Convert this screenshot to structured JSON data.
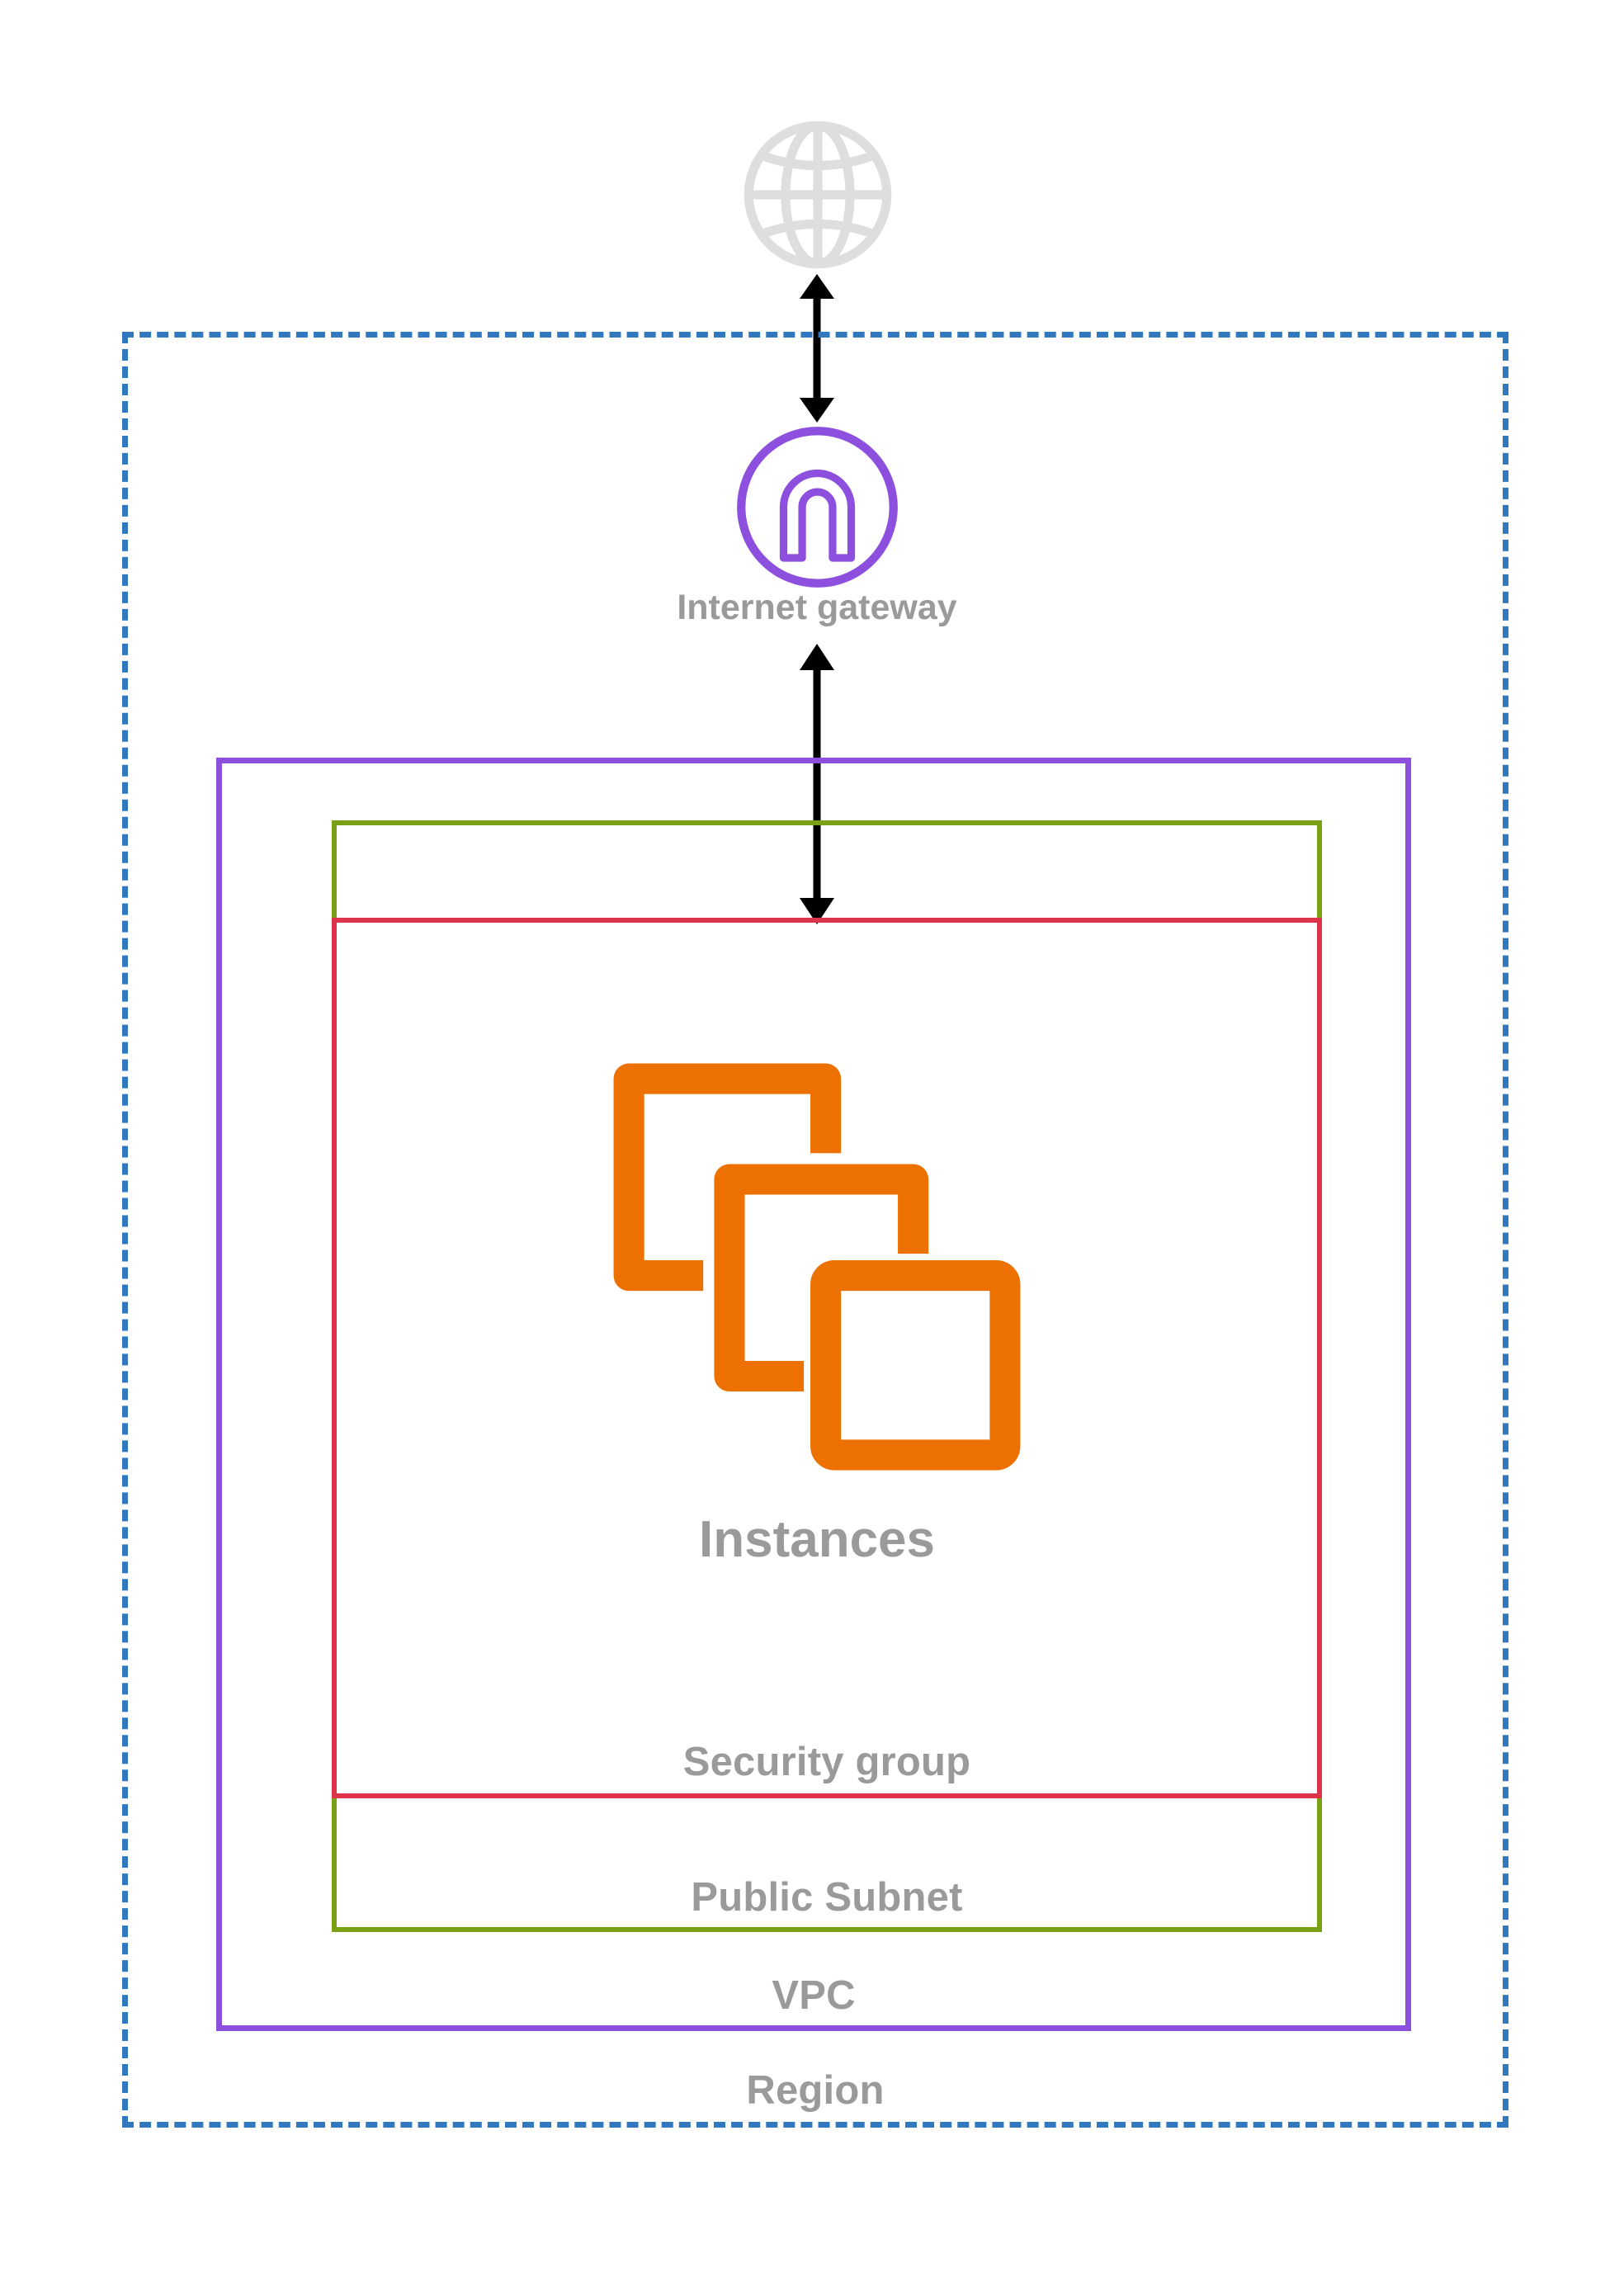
{
  "diagram": {
    "title": "AWS VPC public subnet architecture",
    "background": "#FFFFFF"
  },
  "nodes": {
    "internet": {
      "label": "",
      "icon": "globe-icon",
      "color": "#DEDEDE"
    },
    "internet_gateway": {
      "label": "Internet gateway",
      "icon": "internet-gateway-icon",
      "color": "#8C4FDE",
      "label_color": "#9A9A9A"
    },
    "instances": {
      "label": "Instances",
      "icon": "instances-icon",
      "color": "#ED7100",
      "label_color": "#9A9A9A"
    }
  },
  "containers": {
    "region": {
      "label": "Region",
      "color": "#3178BE",
      "border_style": "dashed",
      "label_color": "#9A9A9A"
    },
    "vpc": {
      "label": "VPC",
      "color": "#8C4FDE",
      "border_style": "solid",
      "label_color": "#9A9A9A"
    },
    "public_subnet": {
      "label": "Public Subnet",
      "color": "#7AA116",
      "border_style": "solid",
      "label_color": "#9A9A9A"
    },
    "security_group": {
      "label": "Security group",
      "color": "#DD344C",
      "border_style": "solid",
      "label_color": "#9A9A9A"
    }
  },
  "connections": [
    {
      "name": "internet-to-gateway",
      "from": "internet",
      "to": "internet_gateway",
      "style": "double-arrow",
      "color": "#000000"
    },
    {
      "name": "gateway-to-security-group",
      "from": "internet_gateway",
      "to": "security_group",
      "style": "double-arrow",
      "color": "#000000"
    }
  ]
}
